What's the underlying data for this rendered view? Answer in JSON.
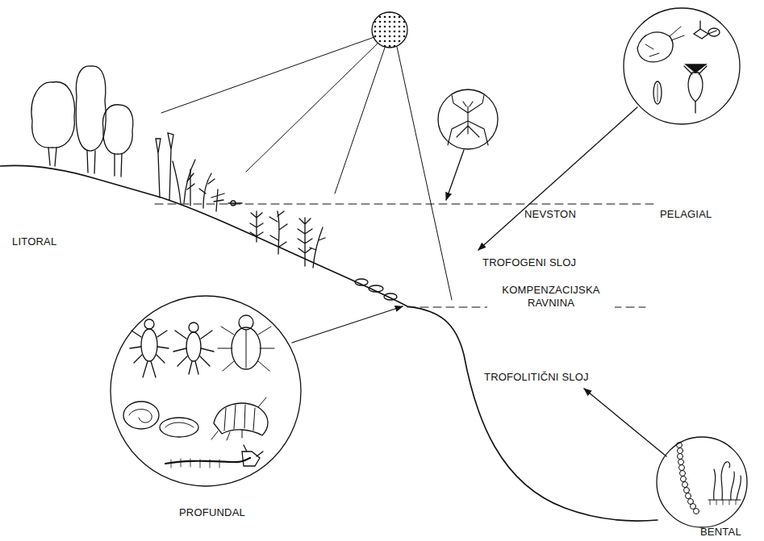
{
  "diagram": {
    "labels": [
      "LITORAL",
      "NEVSTON",
      "PELAGIAL",
      "TROFOGENI SLOJ",
      "KOMPENZACIJSKA RAVNINA",
      "TROFOLITIČNI SLOJ",
      "PROFUNDAL",
      "BENTAL"
    ]
  }
}
